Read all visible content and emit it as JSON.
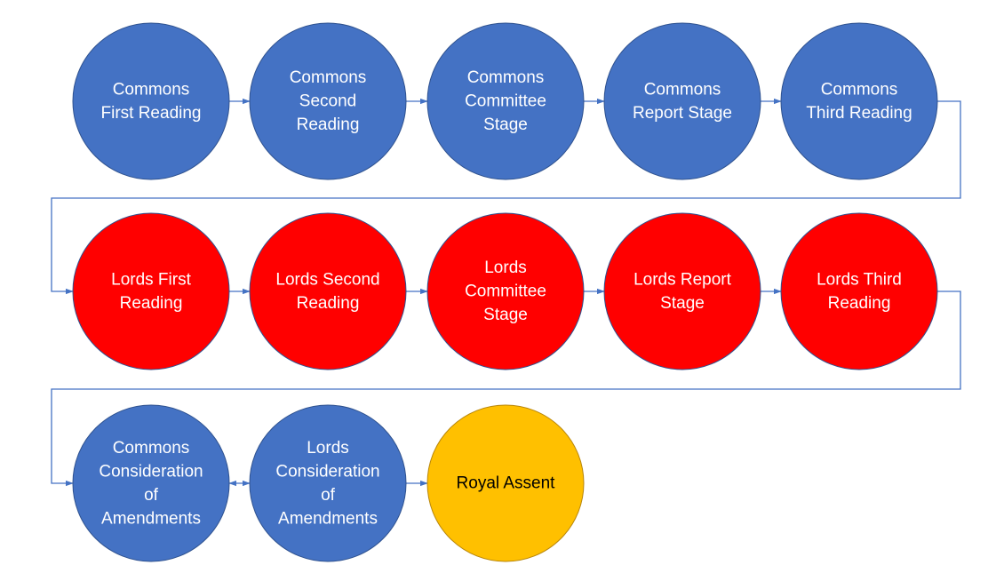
{
  "diagram": {
    "colors": {
      "commons": "#4472C4",
      "lords": "#FF0000",
      "assent": "#FFC000",
      "connector": "#4472C4",
      "label_light": "#FFFFFF",
      "label_dark": "#000000"
    },
    "nodes": [
      {
        "id": "commons-first-reading",
        "house": "commons",
        "lines": [
          "Commons",
          "First Reading"
        ]
      },
      {
        "id": "commons-second-reading",
        "house": "commons",
        "lines": [
          "Commons",
          "Second",
          "Reading"
        ]
      },
      {
        "id": "commons-committee-stage",
        "house": "commons",
        "lines": [
          "Commons",
          "Committee",
          "Stage"
        ]
      },
      {
        "id": "commons-report-stage",
        "house": "commons",
        "lines": [
          "Commons",
          "Report Stage"
        ]
      },
      {
        "id": "commons-third-reading",
        "house": "commons",
        "lines": [
          "Commons",
          "Third Reading"
        ]
      },
      {
        "id": "lords-first-reading",
        "house": "lords",
        "lines": [
          "Lords First",
          "Reading"
        ]
      },
      {
        "id": "lords-second-reading",
        "house": "lords",
        "lines": [
          "Lords Second",
          "Reading"
        ]
      },
      {
        "id": "lords-committee-stage",
        "house": "lords",
        "lines": [
          "Lords",
          "Committee",
          "Stage"
        ]
      },
      {
        "id": "lords-report-stage",
        "house": "lords",
        "lines": [
          "Lords Report",
          "Stage"
        ]
      },
      {
        "id": "lords-third-reading",
        "house": "lords",
        "lines": [
          "Lords Third",
          "Reading"
        ]
      },
      {
        "id": "commons-consideration-of-amendments",
        "house": "commons",
        "lines": [
          "Commons",
          "Consideration",
          "of",
          "Amendments"
        ]
      },
      {
        "id": "lords-consideration-of-amendments",
        "house": "commons",
        "lines": [
          "Lords",
          "Consideration",
          "of",
          "Amendments"
        ]
      },
      {
        "id": "royal-assent",
        "house": "assent",
        "lines": [
          "Royal Assent"
        ]
      }
    ],
    "edges": [
      {
        "from": "commons-first-reading",
        "to": "commons-second-reading",
        "type": "straight"
      },
      {
        "from": "commons-second-reading",
        "to": "commons-committee-stage",
        "type": "straight"
      },
      {
        "from": "commons-committee-stage",
        "to": "commons-report-stage",
        "type": "straight"
      },
      {
        "from": "commons-report-stage",
        "to": "commons-third-reading",
        "type": "straight"
      },
      {
        "from": "commons-third-reading",
        "to": "lords-first-reading",
        "type": "wrap"
      },
      {
        "from": "lords-first-reading",
        "to": "lords-second-reading",
        "type": "straight"
      },
      {
        "from": "lords-second-reading",
        "to": "lords-committee-stage",
        "type": "straight"
      },
      {
        "from": "lords-committee-stage",
        "to": "lords-report-stage",
        "type": "straight"
      },
      {
        "from": "lords-report-stage",
        "to": "lords-third-reading",
        "type": "straight"
      },
      {
        "from": "lords-third-reading",
        "to": "commons-consideration-of-amendments",
        "type": "wrap"
      },
      {
        "from": "commons-consideration-of-amendments",
        "to": "lords-consideration-of-amendments",
        "type": "bidirectional"
      },
      {
        "from": "lords-consideration-of-amendments",
        "to": "royal-assent",
        "type": "straight"
      }
    ]
  }
}
